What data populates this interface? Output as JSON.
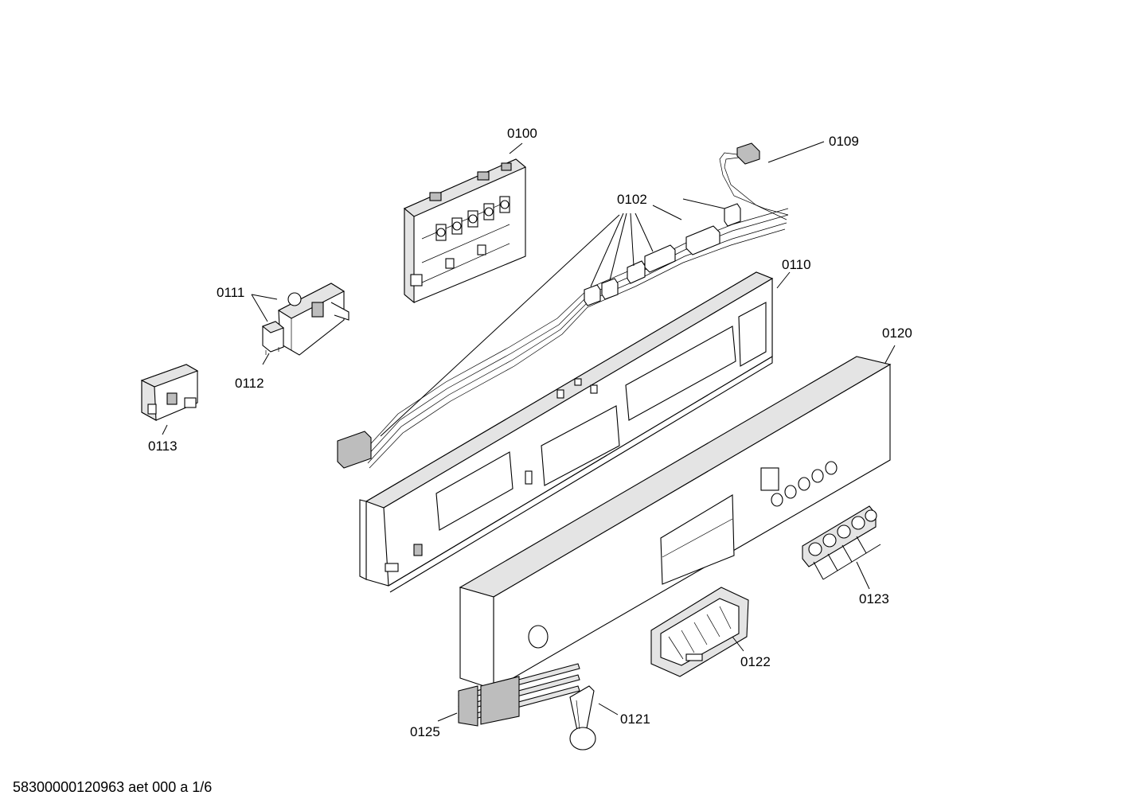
{
  "labels": {
    "p0100": "0100",
    "p0102": "0102",
    "p0109": "0109",
    "p0110": "0110",
    "p0111": "0111",
    "p0112": "0112",
    "p0113": "0113",
    "p0120": "0120",
    "p0121": "0121",
    "p0122": "0122",
    "p0123": "0123",
    "p0125": "0125"
  },
  "footer": {
    "doc_id": "58300000120963 aet 000 a 1/6"
  }
}
